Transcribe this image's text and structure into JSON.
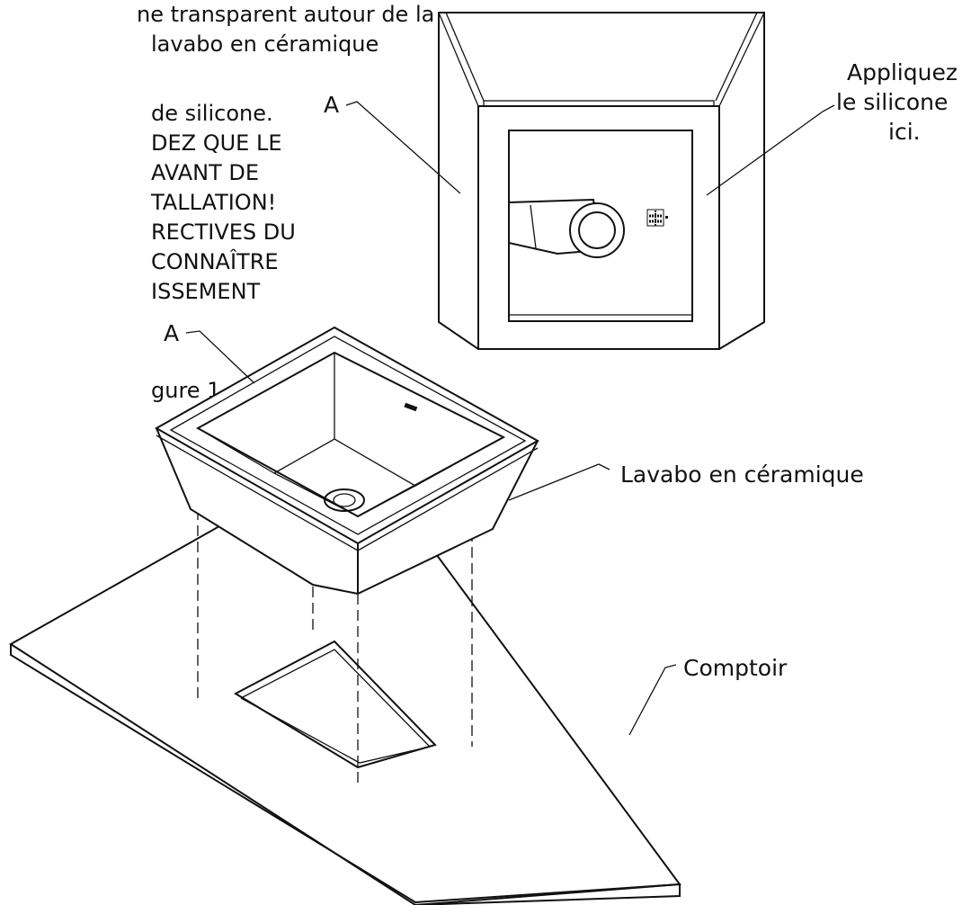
{
  "instructions": {
    "lines": [
      "ne transparent autour de la",
      "lavabo en céramique",
      "de silicone.",
      "DEZ QUE LE",
      "AVANT DE",
      "TALLATION!",
      "RECTIVES DU",
      "CONNAÎTRE",
      "ISSEMENT",
      "gure 1."
    ]
  },
  "callouts": {
    "detail_label": "A",
    "sink_label": "A",
    "apply_line1": "Appliquez",
    "apply_line2": "le silicone",
    "apply_line3": "ici.",
    "sink": "Lavabo en céramique",
    "counter": "Comptoir"
  }
}
